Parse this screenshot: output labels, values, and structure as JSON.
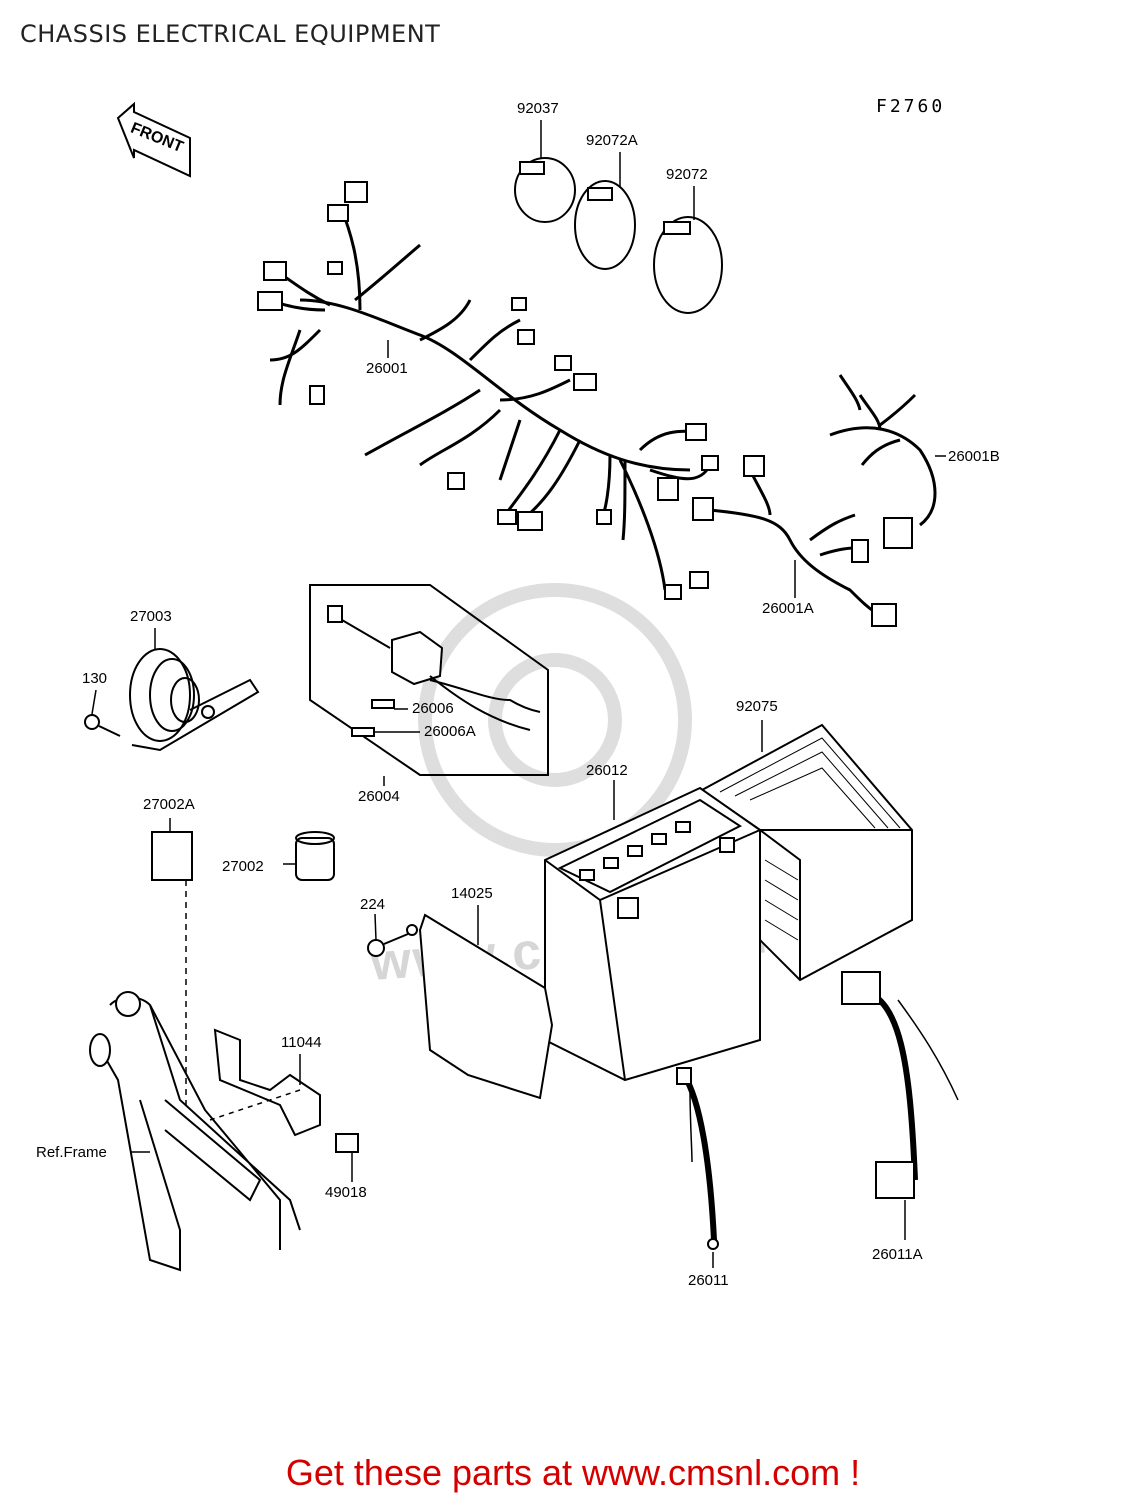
{
  "title": "CHASSIS ELECTRICAL EQUIPMENT",
  "diagram_code": "F2760",
  "front_label": "FRONT",
  "watermark": "www.cmsnl.com",
  "footer_link": "Get these parts at www.cmsnl.com !",
  "colors": {
    "footer": "#d40000",
    "watermark": "#d6d6d6"
  },
  "parts": {
    "p92037": "92037",
    "p92072A": "92072A",
    "p92072": "92072",
    "p26001": "26001",
    "p26001B": "26001B",
    "p26001A": "26001A",
    "p27003": "27003",
    "p130": "130",
    "p26006": "26006",
    "p26006A": "26006A",
    "p26004": "26004",
    "p92075": "92075",
    "p26012": "26012",
    "p27002A": "27002A",
    "p27002": "27002",
    "p224": "224",
    "p14025": "14025",
    "p11044": "11044",
    "ref_frame": "Ref.Frame",
    "p49018": "49018",
    "p26011": "26011",
    "p26011A": "26011A"
  }
}
